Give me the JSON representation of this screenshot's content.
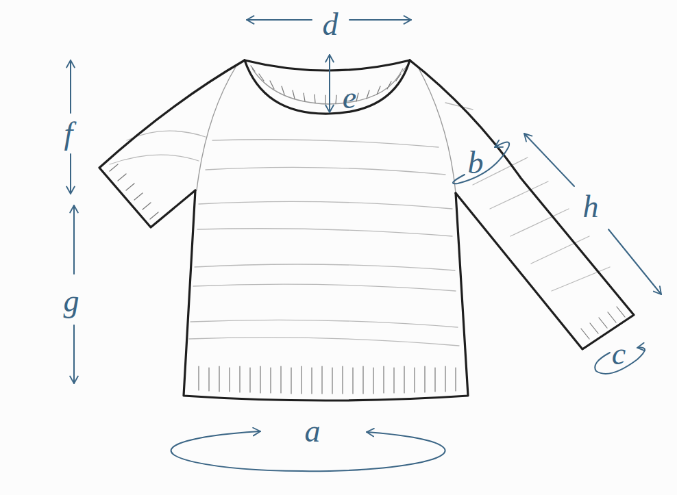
{
  "diagram": {
    "labels": [
      "d",
      "e",
      "f",
      "b",
      "h",
      "g",
      "c",
      "a"
    ]
  }
}
